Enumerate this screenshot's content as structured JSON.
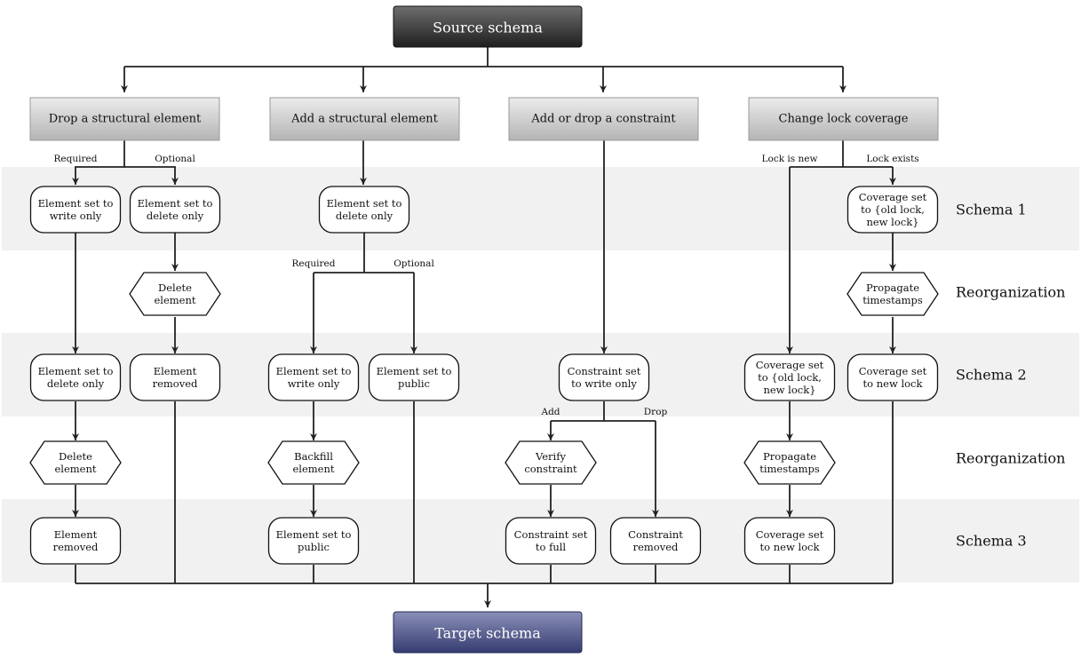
{
  "colors": {
    "source_top": "#6e6e6e",
    "source_bottom": "#1f1f1f",
    "target_top": "#8a90b8",
    "target_bottom": "#353c70",
    "category_top": "#ececec",
    "category_bottom": "#b4b4b4",
    "band": "#f0f1f0",
    "line": "#222222"
  },
  "source": {
    "label": "Source schema"
  },
  "target": {
    "label": "Target schema"
  },
  "rows": [
    {
      "key": "schema1",
      "label": "Schema 1"
    },
    {
      "key": "reorg1",
      "label": "Reorganization"
    },
    {
      "key": "schema2",
      "label": "Schema 2"
    },
    {
      "key": "reorg2",
      "label": "Reorganization"
    },
    {
      "key": "schema3",
      "label": "Schema 3"
    }
  ],
  "categories": [
    {
      "key": "drop",
      "label": "Drop a structural element"
    },
    {
      "key": "add",
      "label": "Add a structural element"
    },
    {
      "key": "constraint",
      "label": "Add or drop a constraint"
    },
    {
      "key": "lock",
      "label": "Change lock coverage"
    }
  ],
  "branches": {
    "drop_required": "Required",
    "drop_optional": "Optional",
    "add_required": "Required",
    "add_optional": "Optional",
    "constraint_add": "Add",
    "constraint_drop": "Drop",
    "lock_new": "Lock is new",
    "lock_exists": "Lock exists"
  },
  "nodes": [
    {
      "id": "d_req_s1",
      "shape": "state",
      "lines": [
        "Element set to",
        "write only"
      ]
    },
    {
      "id": "d_opt_s1",
      "shape": "state",
      "lines": [
        "Element set to",
        "delete only"
      ]
    },
    {
      "id": "d_opt_r1",
      "shape": "hex",
      "lines": [
        "Delete",
        "element"
      ]
    },
    {
      "id": "d_req_s2",
      "shape": "state",
      "lines": [
        "Element set to",
        "delete only"
      ]
    },
    {
      "id": "d_opt_s2",
      "shape": "state",
      "lines": [
        "Element",
        "removed"
      ]
    },
    {
      "id": "d_req_r2",
      "shape": "hex",
      "lines": [
        "Delete",
        "element"
      ]
    },
    {
      "id": "d_req_s3",
      "shape": "state",
      "lines": [
        "Element",
        "removed"
      ]
    },
    {
      "id": "a_s1",
      "shape": "state",
      "lines": [
        "Element set to",
        "delete only"
      ]
    },
    {
      "id": "a_req_s2",
      "shape": "state",
      "lines": [
        "Element set to",
        "write only"
      ]
    },
    {
      "id": "a_opt_s2",
      "shape": "state",
      "lines": [
        "Element set to",
        "public"
      ]
    },
    {
      "id": "a_req_r2",
      "shape": "hex",
      "lines": [
        "Backfill",
        "element"
      ]
    },
    {
      "id": "a_req_s3",
      "shape": "state",
      "lines": [
        "Element set to",
        "public"
      ]
    },
    {
      "id": "c_s2",
      "shape": "state",
      "lines": [
        "Constraint set",
        "to write only"
      ]
    },
    {
      "id": "c_add_r2",
      "shape": "hex",
      "lines": [
        "Verify",
        "constraint"
      ]
    },
    {
      "id": "c_add_s3",
      "shape": "state",
      "lines": [
        "Constraint set",
        "to full"
      ]
    },
    {
      "id": "c_drop_s3",
      "shape": "state",
      "lines": [
        "Constraint",
        "removed"
      ]
    },
    {
      "id": "l_ex_s1",
      "shape": "state",
      "lines": [
        "Coverage set",
        "to {old lock,",
        "new lock}"
      ]
    },
    {
      "id": "l_ex_r1",
      "shape": "hex",
      "lines": [
        "Propagate",
        "timestamps"
      ]
    },
    {
      "id": "l_new_s2",
      "shape": "state",
      "lines": [
        "Coverage set",
        "to {old lock,",
        "new lock}"
      ]
    },
    {
      "id": "l_ex_s2",
      "shape": "state",
      "lines": [
        "Coverage set",
        "to new lock"
      ]
    },
    {
      "id": "l_new_r2",
      "shape": "hex",
      "lines": [
        "Propagate",
        "timestamps"
      ]
    },
    {
      "id": "l_new_s3",
      "shape": "state",
      "lines": [
        "Coverage set",
        "to new lock"
      ]
    }
  ]
}
